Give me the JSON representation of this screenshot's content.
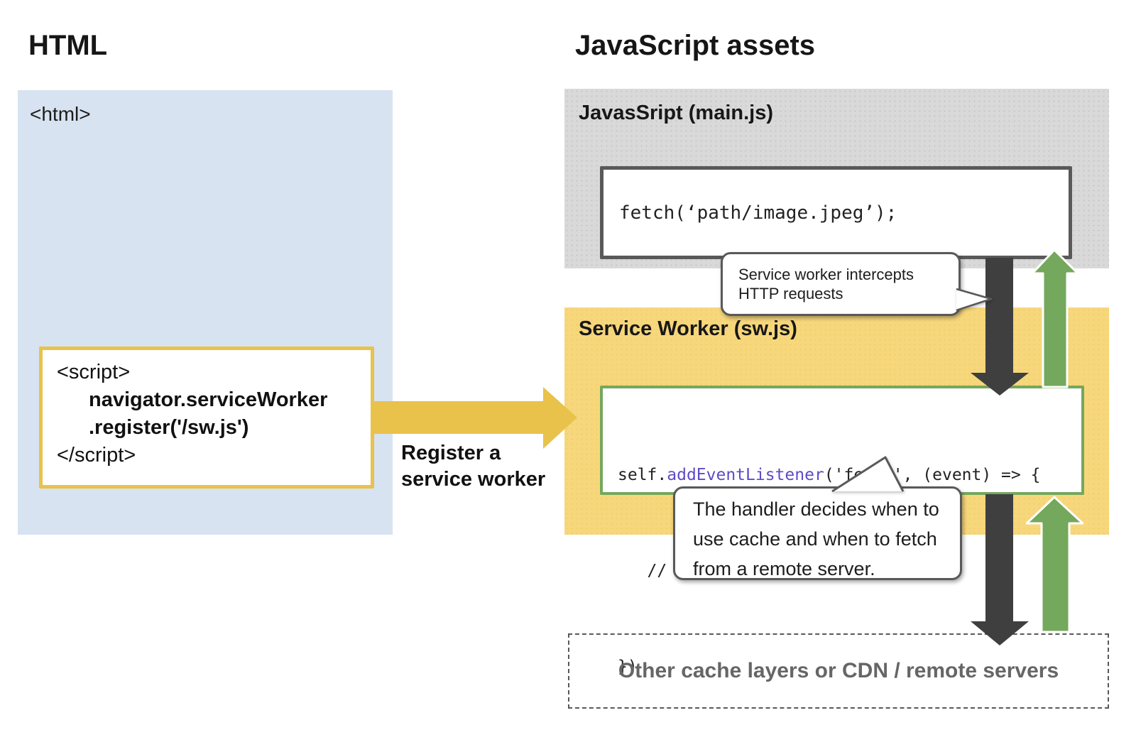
{
  "headings": {
    "left": "HTML",
    "right": "JavaScript assets"
  },
  "html_panel": {
    "tag_open": "<html>",
    "script_box": {
      "line1": "<script>",
      "line2": "navigator.serviceWorker",
      "line3": ".register('/sw.js')",
      "line4": "</script>"
    }
  },
  "register_arrow": {
    "label_line1": "Register a",
    "label_line2": "service worker"
  },
  "main_js_panel": {
    "title": "JavasSript (main.js)",
    "code": "fetch(‘path/image.jpeg’);"
  },
  "service_worker_panel": {
    "title": "Service Worker (sw.js)",
    "code_line1_prefix": "self.",
    "code_line1_highlight": "addEventListener",
    "code_line1_suffix": "('fetch', (event) => {",
    "code_line2": "   // logic of handling fetch event",
    "code_line3": "})"
  },
  "callouts": {
    "intercept": {
      "line1": "Service worker intercepts",
      "line2": "HTTP requests"
    },
    "handler": {
      "line1": "The handler decides when to",
      "line2": "use cache and when to fetch",
      "line3": "from a remote server."
    }
  },
  "remote_box": {
    "label": "Other cache layers or CDN / remote servers"
  },
  "colors": {
    "panel_blue": "#d7e3f1",
    "panel_gray": "#d9d9d9",
    "panel_yellow": "#f7d77c",
    "accent_yellow": "#e9c24c",
    "arrow_dark": "#3f3f3f",
    "arrow_green": "#74a85c",
    "code_keyword_purple": "#5f4bc8",
    "border_gray": "#595959"
  }
}
